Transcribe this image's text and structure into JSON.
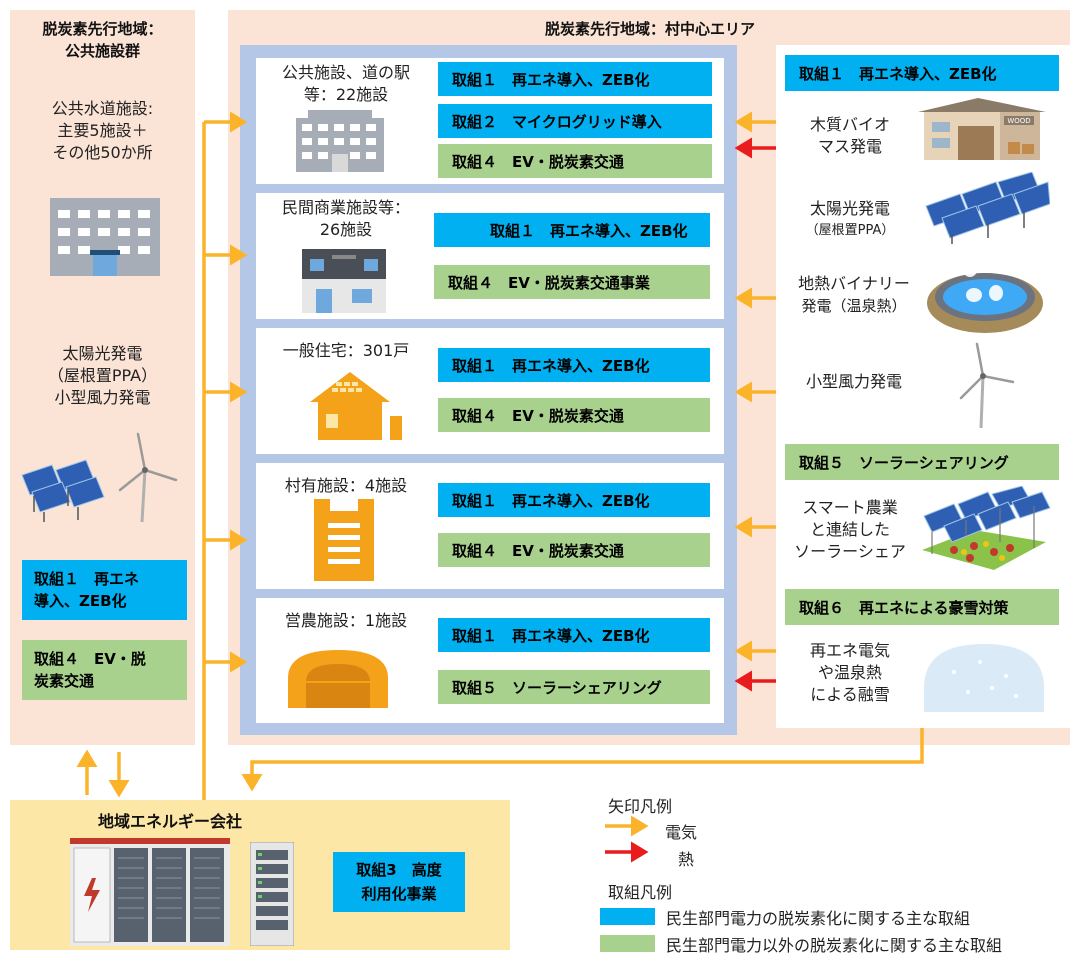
{
  "left_panel": {
    "title_line1": "脱炭素先行地域：",
    "title_line2": "公共施設群",
    "water_line1": "公共水道施設:",
    "water_line2": "主要5施設＋",
    "water_line3": "その他50か所",
    "solar_line1": "太陽光発電",
    "solar_line2": "（屋根置PPA）",
    "solar_line3": "小型風力発電",
    "box1_line1": "取組１　再エネ",
    "box1_line2": "導入、ZEB化",
    "box2_line1": "取組４　EV・脱",
    "box2_line2": "炭素交通"
  },
  "center_title": "脱炭素先行地域：村中心エリア",
  "facilities": [
    {
      "label_line1": "公共施設、道の駅",
      "label_line2": "等：22施設",
      "boxes": [
        "取組１　再エネ導入、ZEB化",
        "取組２　マイクログリッド導入",
        "取組４　EV・脱炭素交通"
      ]
    },
    {
      "label_line1": "民間商業施設等：",
      "label_line2": "26施設",
      "boxes": [
        "取組１　再エネ導入、ZEB化",
        "取組４　EV・脱炭素交通事業"
      ]
    },
    {
      "label_line1": "一般住宅：301戸",
      "boxes": [
        "取組１　再エネ導入、ZEB化",
        "取組４　EV・脱炭素交通"
      ]
    },
    {
      "label_line1": "村有施設：4施設",
      "boxes": [
        "取組１　再エネ導入、ZEB化",
        "取組４　EV・脱炭素交通"
      ]
    },
    {
      "label_line1": "営農施設：1施設",
      "boxes": [
        "取組１　再エネ導入、ZEB化",
        "取組５　ソーラーシェアリング"
      ]
    }
  ],
  "right_panel": {
    "header1": "取組１　再エネ導入、ZEB化",
    "biomass_line1": "木質バイオ",
    "biomass_line2": "マス発電",
    "biomass_sign": "WOOD",
    "solar_line1": "太陽光発電",
    "solar_line2": "（屋根置PPA）",
    "geo_line1": "地熱バイナリー",
    "geo_line2": "発電（温泉熱）",
    "wind": "小型風力発電",
    "header5": "取組５　ソーラーシェアリング",
    "share_line1": "スマート農業",
    "share_line2": "と連結した",
    "share_line3": "ソーラーシェア",
    "header6": "取組６　再エネによる豪雪対策",
    "snow_line1": "再エネ電気",
    "snow_line2": "や温泉熱",
    "snow_line3": "による融雪"
  },
  "energy_company": {
    "title": "地域エネルギー会社",
    "box_line1": "取組3　高度",
    "box_line2": "利用化事業"
  },
  "legend": {
    "arrow_title": "矢印凡例",
    "electric": "電気",
    "heat": "熱",
    "initiative_title": "取組凡例",
    "blue_desc": "民生部門電力の脱炭素化に関する主な取組",
    "green_desc": "民生部門電力以外の脱炭素化に関する主な取組"
  },
  "colors": {
    "electric_arrow": "#fbb32a",
    "heat_arrow": "#e81c1c",
    "blue": "#00b0f0",
    "green": "#a9d18e",
    "peach": "#fbe4d6",
    "yellow": "#fde7a6",
    "frame": "#b4c7e7"
  }
}
